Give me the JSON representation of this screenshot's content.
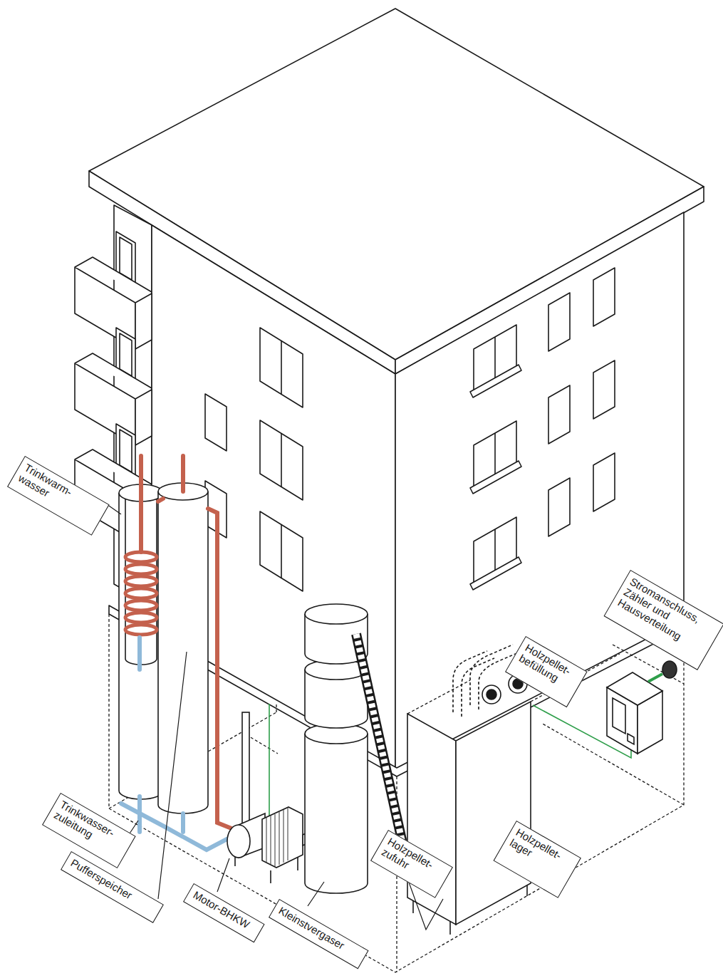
{
  "diagram": {
    "nodes": [
      {
        "text": [
          "Trinkwarm- wasser"
        ]
      },
      {
        "text": [
          "Stromanschluss, Zähler und Hausverteilung"
        ]
      },
      {
        "text": [
          "Holzpellet- befüllung"
        ]
      },
      {
        "text": [
          "Trinkwasser- zuleitung"
        ]
      },
      {
        "text": [
          "Holzpellet- lager"
        ]
      },
      {
        "text": [
          "Holzpellet- zufuhr"
        ]
      },
      {
        "text": [
          "Pufferspeicher"
        ]
      },
      {
        "text": [
          "Motor-BHKW"
        ]
      },
      {
        "text": [
          "Kleinstvergaser"
        ]
      }
    ]
  }
}
